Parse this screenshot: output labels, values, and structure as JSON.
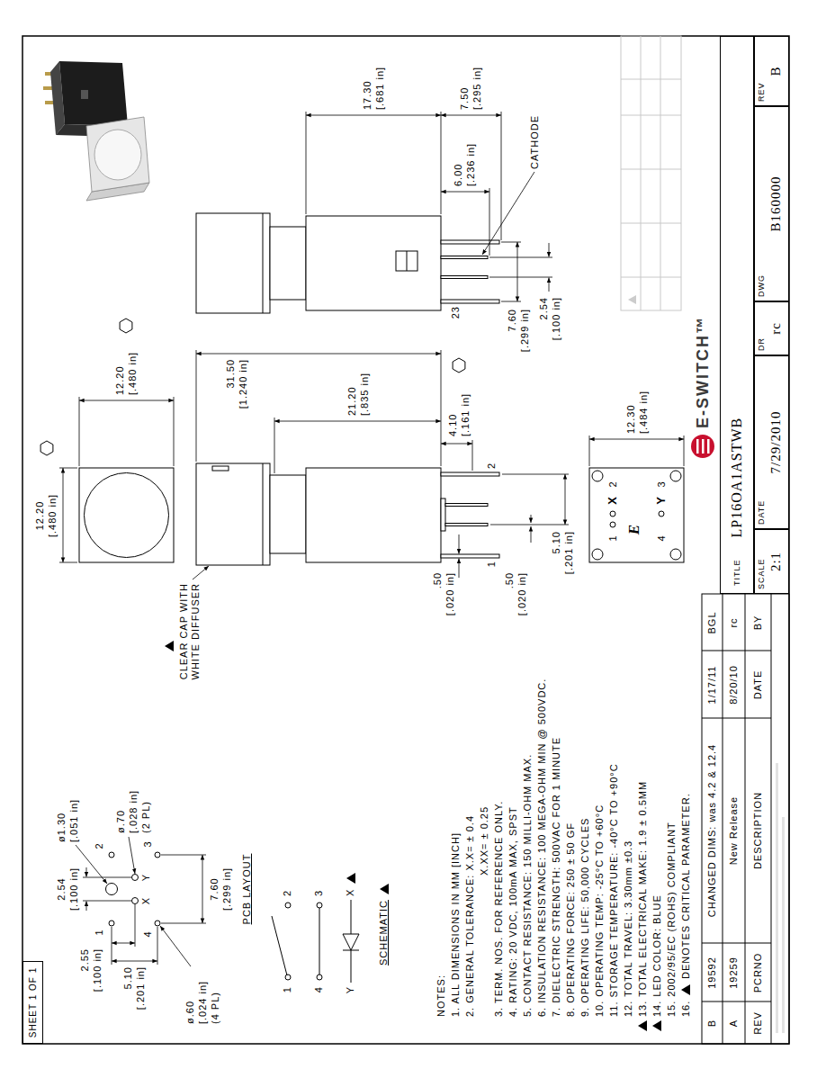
{
  "diagram": {
    "nodes": [
      {
        "text": [
          "SHEET 1 OF 1"
        ]
      },
      {
        "text": [
          "TITLE",
          "LP16OA1ASTWB"
        ]
      },
      {
        "text": [
          "SCALE",
          "2:1"
        ]
      },
      {
        "text": [
          "DATE",
          "7/29/2010"
        ]
      },
      {
        "text": [
          "DR",
          "rc"
        ]
      },
      {
        "text": [
          "DWG",
          "B160000"
        ]
      },
      {
        "text": [
          "REV",
          "B"
        ]
      }
    ],
    "labels": [
      "5.10",
      "[.201 in]",
      "2.55",
      "[.100 in]",
      "ø1.30",
      "[.051 in]",
      "ø.70",
      "[.028 in]",
      "(2 PL)",
      "7.60",
      "[.299 in]",
      "2.54",
      "[.100 in]",
      "ø.60",
      "[.024 in]",
      "(4 PL)",
      "1",
      "2",
      "X",
      "Y",
      "4",
      "3",
      "PCB LAYOUT",
      "1",
      "2",
      "4",
      "3",
      "Y",
      "X",
      "SCHEMATIC",
      "NOTES:",
      "1. ALL DIMENSIONS IN MM [INCH]",
      "2. GENERAL TOLERANCE: X.X= ± 0.4",
      "X.XX= ± 0.25",
      "3. TERM. NOS. FOR REFERENCE ONLY.",
      "4. RATING: 20 VDC, 100mA MAX, SPST",
      "5. CONTACT RESISTANCE: 150 MILLI-OHM MAX.",
      "6. INSULATION RESISTANCE: 100 MEGA-OHM MIN @ 500VDC.",
      "7. DIELECTRIC STRENGTH: 500VAC FOR 1 MINUTE",
      "8. OPERATING FORCE: 250 ± 50 GF",
      "9. OPERATING LIFE: 50,000 CYCLES",
      "10. OPERATING TEMP: -25°C TO +60°C",
      "11. STORAGE TEMPERATURE: -40°C TO +90°C",
      "12. TOTAL TRAVEL: 3.30mm ±0.3",
      "13. TOTAL ELECTRICAL MAKE: 1.9 ± 0.5MM",
      "14. LED COLOR: BLUE",
      "15. 2002/95/EC (ROHS) COMPLIANT",
      "16.",
      "DENOTES CRITICAL PARAMETER.",
      "CLEAR CAP WITH WHITE DIFFUSER",
      "12.20",
      "[.480 in]",
      "12.20",
      "[.480 in]",
      "31.50",
      "[1.240 in]",
      "21.20",
      "[.835 in]",
      "4.10",
      "[.161 in]",
      ".50",
      "[.020 in]",
      ".50",
      "[.020 in]",
      "5.10",
      "[.201 in]",
      "1",
      "2",
      "12.30",
      "[.484 in]",
      "1",
      "X",
      "2",
      "E",
      "4",
      "Y",
      "3",
      "23",
      "6.00",
      "[.236 in]",
      "17.30",
      "[.681 in]",
      "7.50",
      "[.295 in]",
      "CATHODE",
      "2.54",
      "[.100 in]",
      "7.60",
      "[.299 in]",
      "E-SWITCH™",
      "B",
      "19592",
      "CHANGED DIMS: was 4.2 & 12.4",
      "1/17/11",
      "BGL",
      "A",
      "19259",
      "New Release",
      "8/20/10",
      "rc",
      "REV",
      "PCRNO",
      "DESCRIPTION",
      "DATE",
      "BY"
    ]
  }
}
